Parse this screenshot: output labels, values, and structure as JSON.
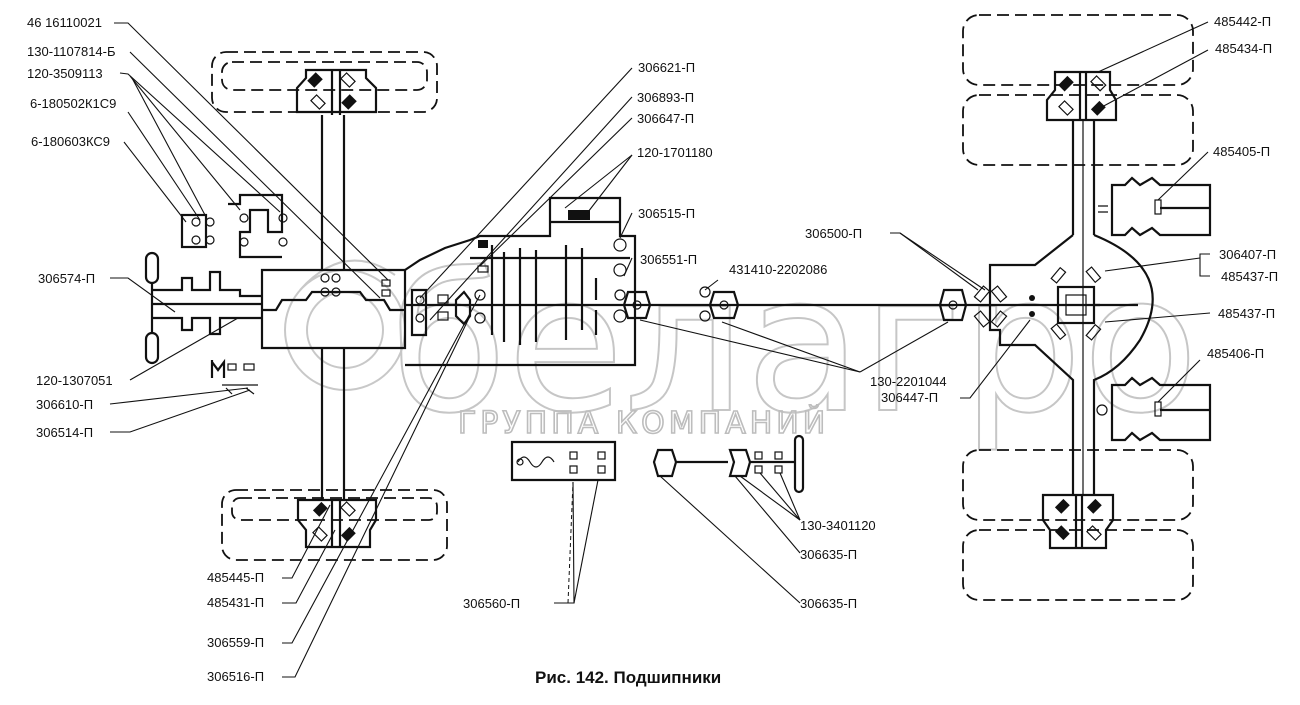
{
  "figure": {
    "caption": "Рис. 142. Подшипники"
  },
  "watermark": {
    "brand": "белагро",
    "subtitle": "ГРУППА КОМПАНИЙ"
  },
  "labels": {
    "left": [
      {
        "id": "l1",
        "text": "46 16110021"
      },
      {
        "id": "l2",
        "text": "130-1107814-Б"
      },
      {
        "id": "l3",
        "text": "120-3509113"
      },
      {
        "id": "l4",
        "text": "6-180502К1С9"
      },
      {
        "id": "l5",
        "text": "6-180603КС9"
      },
      {
        "id": "l6",
        "text": "306574-П"
      },
      {
        "id": "l7",
        "text": "120-1307051"
      },
      {
        "id": "l8",
        "text": "306610-П"
      },
      {
        "id": "l9",
        "text": "306514-П"
      },
      {
        "id": "l10",
        "text": "485445-П"
      },
      {
        "id": "l11",
        "text": "485431-П"
      },
      {
        "id": "l12",
        "text": "306559-П"
      },
      {
        "id": "l13",
        "text": "306516-П"
      }
    ],
    "center": [
      {
        "id": "c1",
        "text": "306621-П"
      },
      {
        "id": "c2",
        "text": "306893-П"
      },
      {
        "id": "c3",
        "text": "306647-П"
      },
      {
        "id": "c4",
        "text": "120-1701180"
      },
      {
        "id": "c5",
        "text": "306515-П"
      },
      {
        "id": "c6",
        "text": "306551-П"
      },
      {
        "id": "c7",
        "text": "431410-2202086"
      },
      {
        "id": "c8",
        "text": "306500-П"
      },
      {
        "id": "c9",
        "text": "130-2201044"
      },
      {
        "id": "c10",
        "text": "306447-П"
      },
      {
        "id": "c11",
        "text": "130-3401120"
      },
      {
        "id": "c12",
        "text": "306635-П"
      },
      {
        "id": "c13",
        "text": "306635-П"
      },
      {
        "id": "c14",
        "text": "306560-П"
      }
    ],
    "right": [
      {
        "id": "r1",
        "text": "485442-П"
      },
      {
        "id": "r2",
        "text": "485434-П"
      },
      {
        "id": "r3",
        "text": "485405-П"
      },
      {
        "id": "r4",
        "text": "306407-П"
      },
      {
        "id": "r5",
        "text": "485437-П"
      },
      {
        "id": "r6",
        "text": "485437-П"
      },
      {
        "id": "r7",
        "text": "485406-П"
      }
    ]
  }
}
